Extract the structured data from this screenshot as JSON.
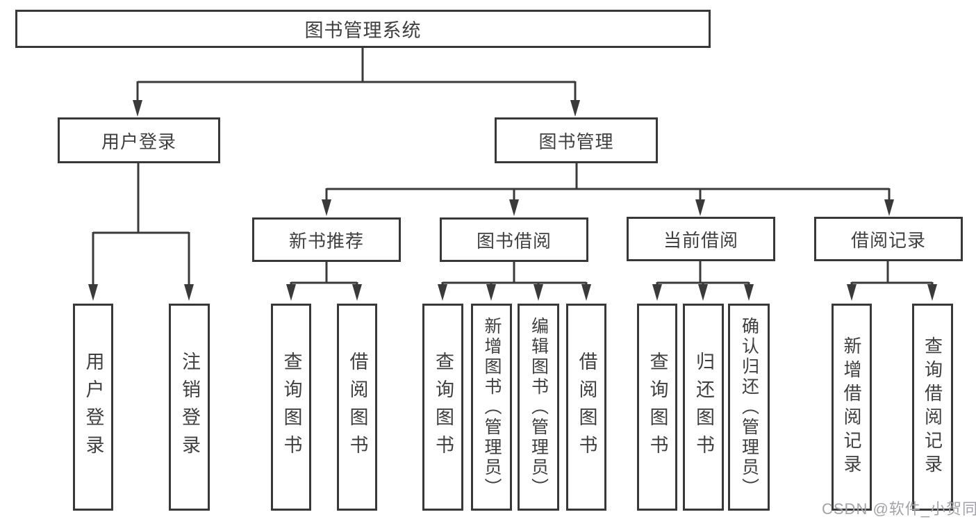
{
  "diagram": {
    "root": {
      "label": "图书管理系统"
    },
    "user_login": {
      "label": "用户登录",
      "leaf_login": "用户登录",
      "leaf_logout": "注销登录"
    },
    "book_mgmt": {
      "label": "图书管理"
    },
    "new_book_rec": {
      "label": "新书推荐",
      "leaf_query": "查询图书",
      "leaf_borrow": "借阅图书"
    },
    "book_borrow": {
      "label": "图书借阅",
      "leaf_query": "查询图书",
      "leaf_add": "新增图书（管理员）",
      "leaf_edit": "编辑图书（管理员）",
      "leaf_borrow": "借阅图书"
    },
    "current_borrow": {
      "label": "当前借阅",
      "leaf_query": "查询图书",
      "leaf_return": "归还图书",
      "leaf_confirm": "确认归还（管理员）"
    },
    "borrow_record": {
      "label": "借阅记录",
      "leaf_add": "新增借阅记录",
      "leaf_query": "查询借阅记录"
    }
  },
  "watermark": {
    "text": "CSDN @软件_小贺同学"
  },
  "colors": {
    "line": "#3a3a3a",
    "box_border": "#383838",
    "box_bg": "#ffffff",
    "text": "#3f3f3f",
    "watermark": "#a2a2a8"
  }
}
